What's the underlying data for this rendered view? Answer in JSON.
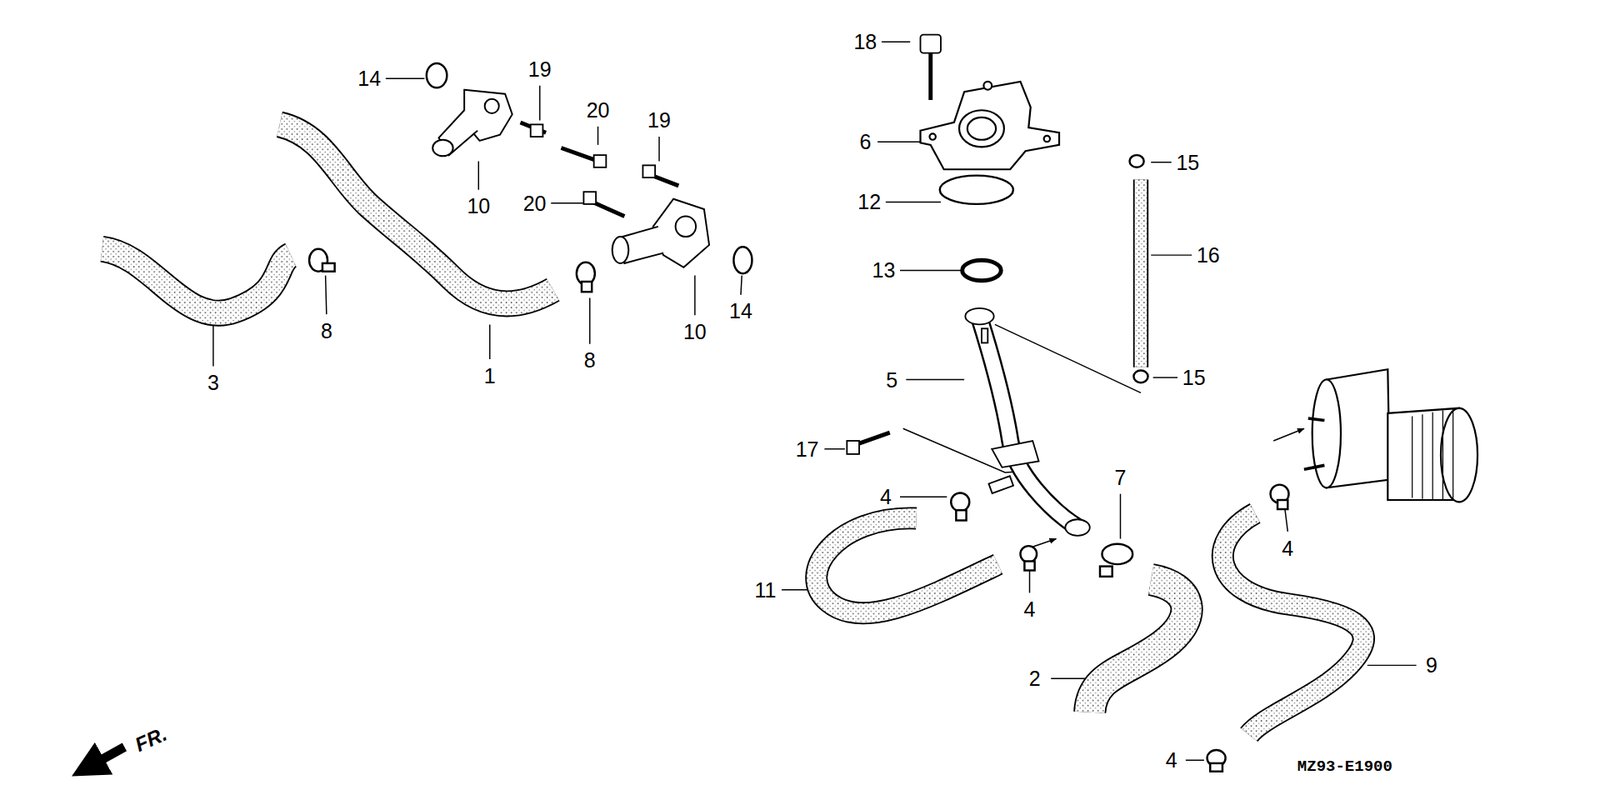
{
  "diagram": {
    "labels": [
      "14",
      "19",
      "20",
      "19",
      "18",
      "6",
      "15",
      "20",
      "8",
      "10",
      "12",
      "13",
      "3",
      "1",
      "8",
      "10",
      "14",
      "16",
      "15",
      "5",
      "17",
      "4",
      "7",
      "11",
      "4",
      "4",
      "2",
      "9",
      "4",
      "FR.",
      "MZ93-E1900"
    ]
  }
}
